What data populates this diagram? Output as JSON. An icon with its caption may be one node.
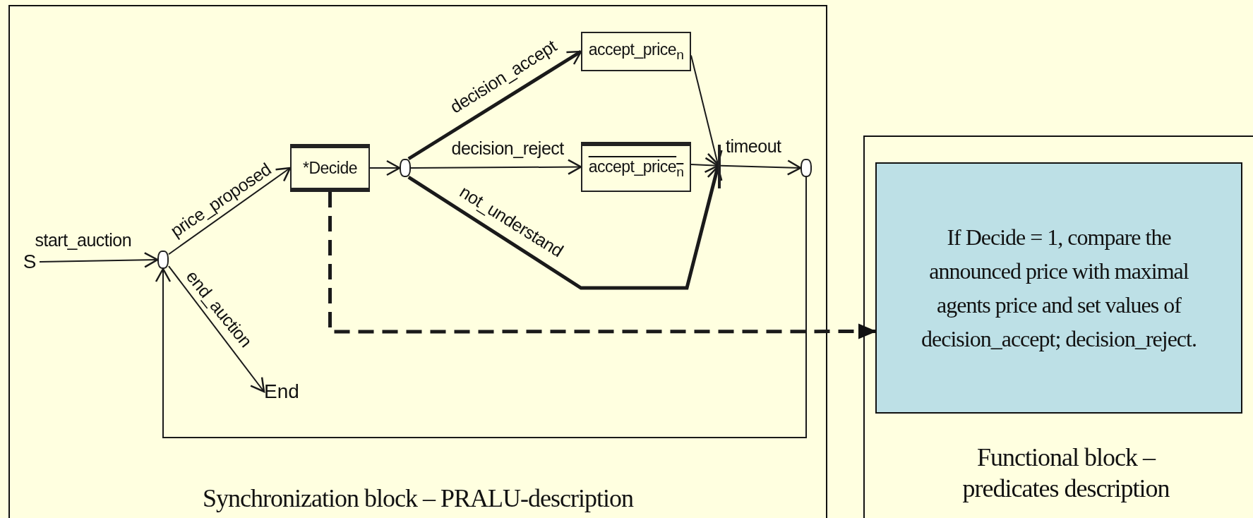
{
  "diagram": {
    "nodes": [
      {
        "text": [
          "Synchronization block – PRALU-description"
        ]
      },
      {
        "text": [
          "S"
        ],
        "in": 0
      },
      {
        "text": [],
        "shape": "circle",
        "in": 0
      },
      {
        "text": [
          "*Decide"
        ],
        "in": 0
      },
      {
        "text": [],
        "shape": "circle",
        "in": 0
      },
      {
        "text": [
          "accept_price$_{n}$"
        ],
        "in": 0
      },
      {
        "text": [
          "accept_price$_{n}$"
        ],
        "in": 0
      },
      {
        "text": [],
        "shape": "bar",
        "in": 0
      },
      {
        "text": [],
        "shape": "circle",
        "in": 0
      },
      {
        "text": [
          "End"
        ],
        "in": 0
      },
      {
        "text": [
          "Functional block – predicates description"
        ]
      },
      {
        "text": [
          "If Decide = 1, compare the announced price with maximal agents price and set values of decision_accept; decision_reject."
        ],
        "in": 10
      }
    ],
    "edges": [
      {
        "from": 1,
        "to": 2,
        "arrow": "to",
        "label": "start_auction"
      },
      {
        "from": 2,
        "to": 3,
        "arrow": "to",
        "label": "price_proposed"
      },
      {
        "from": 2,
        "to": 9,
        "arrow": "to",
        "label": "end_auction"
      },
      {
        "from": 3,
        "to": 4,
        "arrow": "to"
      },
      {
        "from": 4,
        "to": 5,
        "arrow": "to",
        "label": "decision_accept",
        "style": "thick"
      },
      {
        "from": 4,
        "to": 6,
        "arrow": "to",
        "label": "decision_reject"
      },
      {
        "from": 4,
        "to": 7,
        "arrow": "to",
        "label": "not_understand",
        "style": "thick"
      },
      {
        "from": 5,
        "to": 7,
        "arrow": "to"
      },
      {
        "from": 6,
        "to": 7,
        "arrow": "to"
      },
      {
        "from": 7,
        "to": 8,
        "arrow": "to",
        "label": "timeout"
      },
      {
        "from": 8,
        "to": 2,
        "arrow": "to"
      },
      {
        "from": 3,
        "to": 11,
        "arrow": "to",
        "style": "dashed"
      }
    ]
  }
}
